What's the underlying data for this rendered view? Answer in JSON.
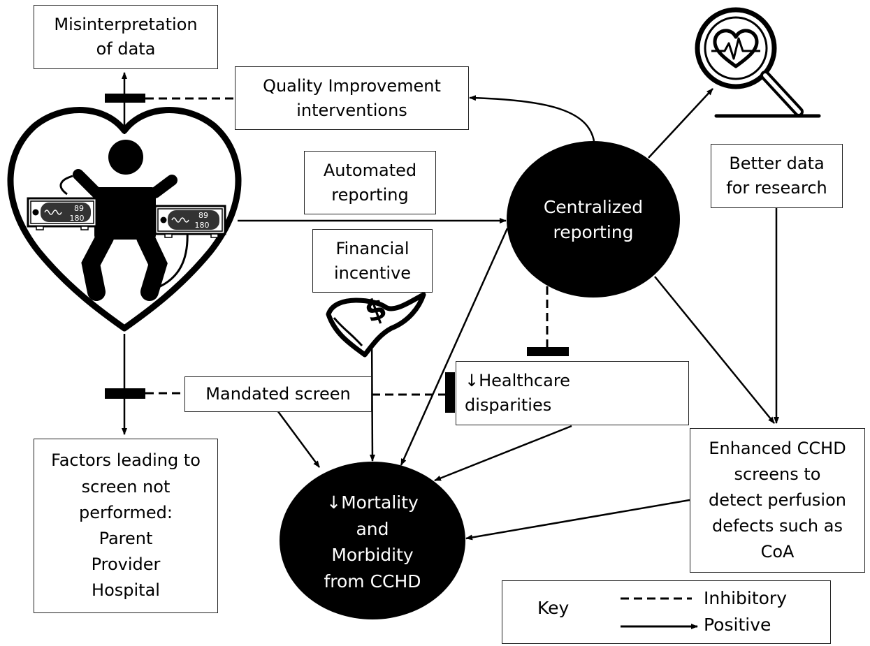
{
  "boxes": {
    "misinterpretation": [
      "Misinterpretation",
      "of data"
    ],
    "quality_improvement": [
      "Quality Improvement",
      "interventions"
    ],
    "automated_reporting": [
      "Automated",
      "reporting"
    ],
    "financial_incentive": [
      "Financial",
      "incentive"
    ],
    "better_data": [
      "Better data",
      "for research"
    ],
    "mandated_screen": [
      "Mandated screen"
    ],
    "healthcare_disparities": [
      "↓Healthcare",
      "disparities"
    ],
    "factors": [
      "Factors leading to",
      "screen not",
      "performed:",
      "Parent",
      "Provider",
      "Hospital"
    ],
    "enhanced_cchd": [
      "Enhanced CCHD",
      "screens to",
      "detect perfusion",
      "defects such as",
      "CoA"
    ]
  },
  "nodes": {
    "centralized_reporting": [
      "Centralized",
      "reporting"
    ],
    "mortality": [
      "↓Mortality",
      "and",
      "Morbidity",
      "from CCHD"
    ]
  },
  "monitor": {
    "left": {
      "top_value": "89",
      "bottom_value": "180"
    },
    "right": {
      "top_value": "89",
      "bottom_value": "180"
    }
  },
  "money_symbol": "$",
  "key": {
    "title": "Key",
    "inhibitory": "Inhibitory",
    "positive": "Positive"
  },
  "colors": {
    "stroke": "#000000",
    "node_fill": "#000000",
    "node_text": "#ffffff"
  }
}
